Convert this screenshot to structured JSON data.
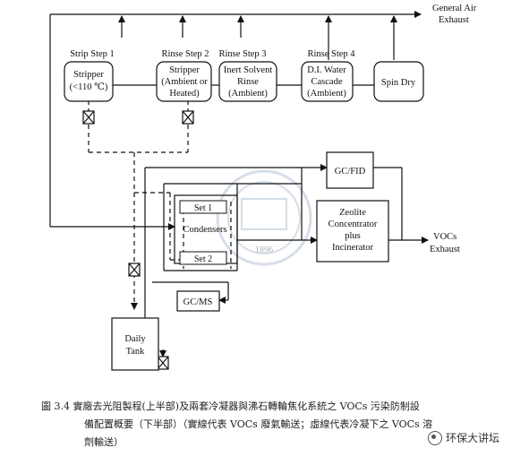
{
  "exhaust": {
    "general_air_line1": "General Air",
    "general_air_line2": "Exhaust",
    "vocs_line1": "VOCs",
    "vocs_line2": "Exhaust"
  },
  "steps": [
    {
      "title": "Strip Step 1",
      "lines": [
        "Stripper",
        "(<110 ℃)"
      ]
    },
    {
      "title": "Rinse Step 2",
      "lines": [
        "Stripper",
        "(Ambient or",
        "Heated)"
      ]
    },
    {
      "title": "Rinse Step 3",
      "lines": [
        "Inert Solvent",
        "Rinse",
        "(Ambient)"
      ]
    },
    {
      "title": "Rinse Step 4",
      "lines": [
        "D.I. Water",
        "Cascade",
        "(Ambient)"
      ]
    }
  ],
  "spin_dry": "Spin Dry",
  "gc_fid": "GC/FID",
  "zeolite": [
    "Zeolite",
    "Concentrator",
    "plus",
    "Incinerator"
  ],
  "condensers": {
    "set1": "Set 1",
    "label": "Condensers",
    "set2": "Set 2"
  },
  "gc_ms": "GC/MS",
  "daily_tank": [
    "Daily",
    "Tank"
  ],
  "logo": {
    "text": "1896"
  },
  "caption": {
    "line1": "圖  3.4 實廠去光阻製程(上半部)及兩套冷凝器與沸石轉輪焦化系統之 VOCs 污染防制設",
    "line2": "備配置概要（下半部）（實線代表 VOCs 廢氣輸送；虛線代表冷凝下之 VOCs 溶",
    "line3": "劑輸送）"
  },
  "watermark": "环保大讲坛"
}
